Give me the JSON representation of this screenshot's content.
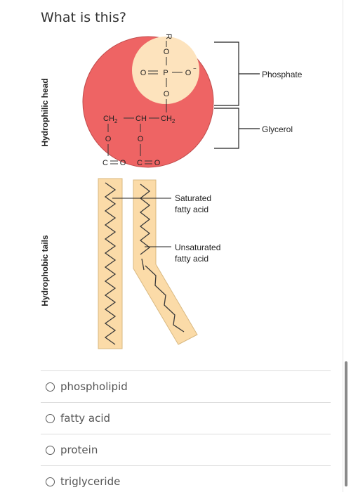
{
  "question": {
    "text": "What is this?"
  },
  "figure": {
    "side_labels": {
      "head": "Hydrophilic head",
      "tails": "Hydrophobic tails"
    },
    "callouts": {
      "phosphate": "Phosphate",
      "glycerol": "Glycerol",
      "saturated_line1": "Saturated",
      "saturated_line2": "fatty acid",
      "unsaturated_line1": "Unsaturated",
      "unsaturated_line2": "fatty acid"
    },
    "formula": {
      "r": "R",
      "o": "O",
      "p": "P",
      "bar": "|",
      "ch2": "CH",
      "sub2": "2",
      "ch": "CH",
      "c": "C"
    },
    "colors": {
      "head": "#ee6464",
      "phosphate": "#fde3bd",
      "tail": "#fbdba8"
    }
  },
  "options": [
    {
      "label": "phospholipid"
    },
    {
      "label": "fatty acid"
    },
    {
      "label": "protein"
    },
    {
      "label": "triglyceride"
    }
  ]
}
